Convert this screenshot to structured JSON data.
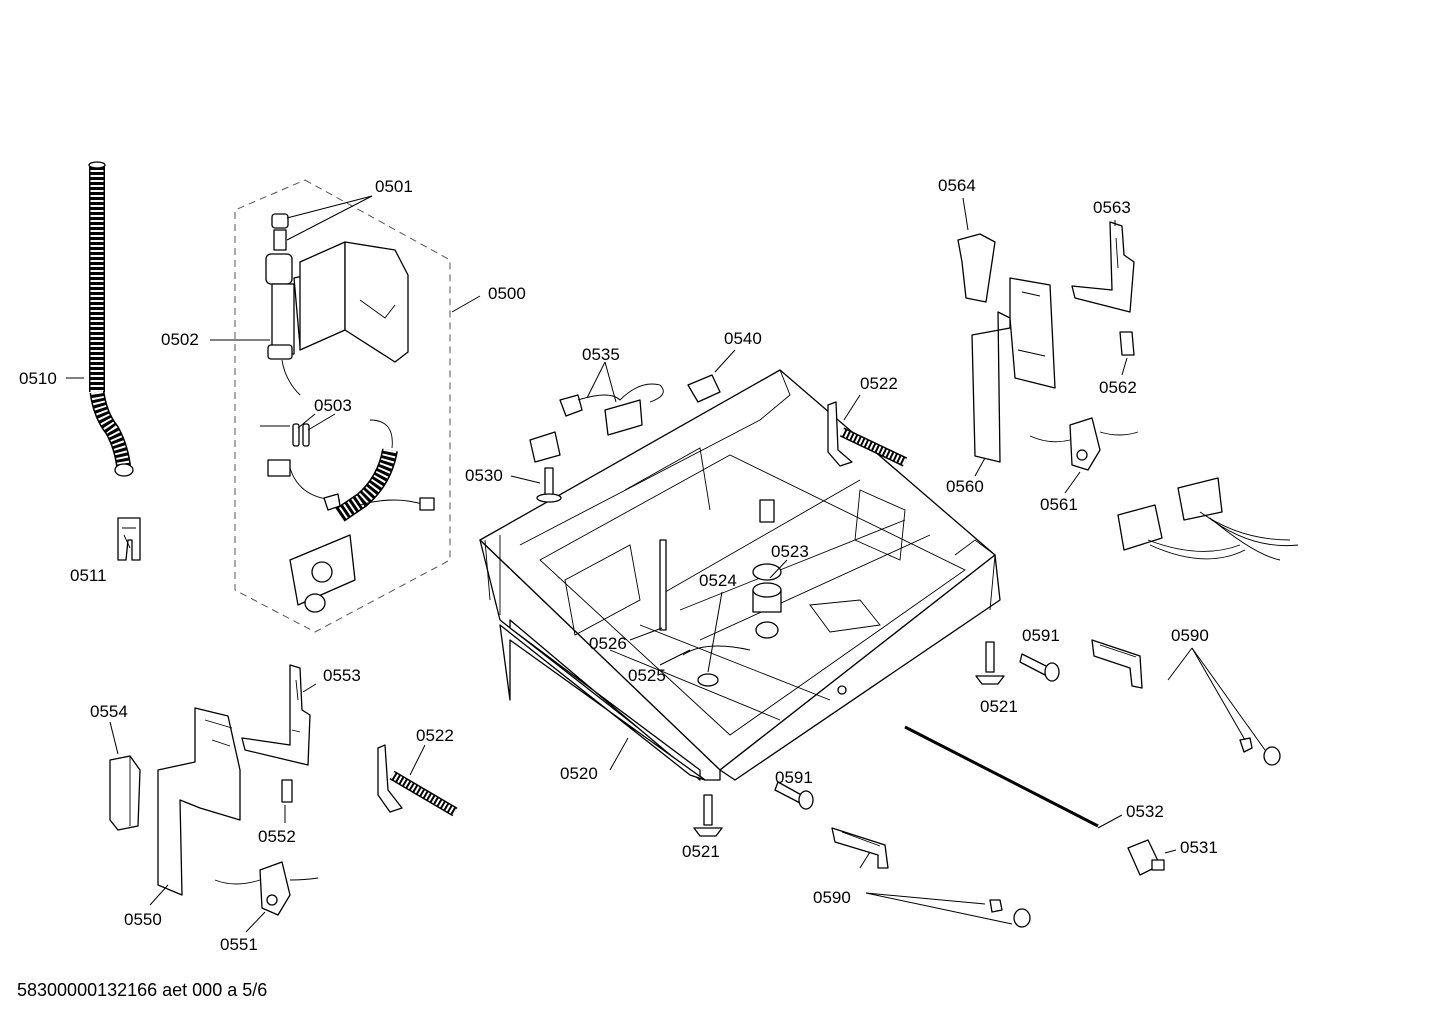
{
  "labels": {
    "p0500": "0500",
    "p0501": "0501",
    "p0502": "0502",
    "p0503": "0503",
    "p0510": "0510",
    "p0511": "0511",
    "p0520": "0520",
    "p0521a": "0521",
    "p0521b": "0521",
    "p0522a": "0522",
    "p0522b": "0522",
    "p0523": "0523",
    "p0524": "0524",
    "p0525": "0525",
    "p0526": "0526",
    "p0530": "0530",
    "p0531": "0531",
    "p0532": "0532",
    "p0535": "0535",
    "p0540": "0540",
    "p0550": "0550",
    "p0551": "0551",
    "p0552": "0552",
    "p0553": "0553",
    "p0554": "0554",
    "p0560": "0560",
    "p0561": "0561",
    "p0562": "0562",
    "p0563": "0563",
    "p0564": "0564",
    "p0590a": "0590",
    "p0590b": "0590",
    "p0591a": "0591",
    "p0591b": "0591"
  },
  "footer": "58300000132166 aet 000 a 5/6"
}
